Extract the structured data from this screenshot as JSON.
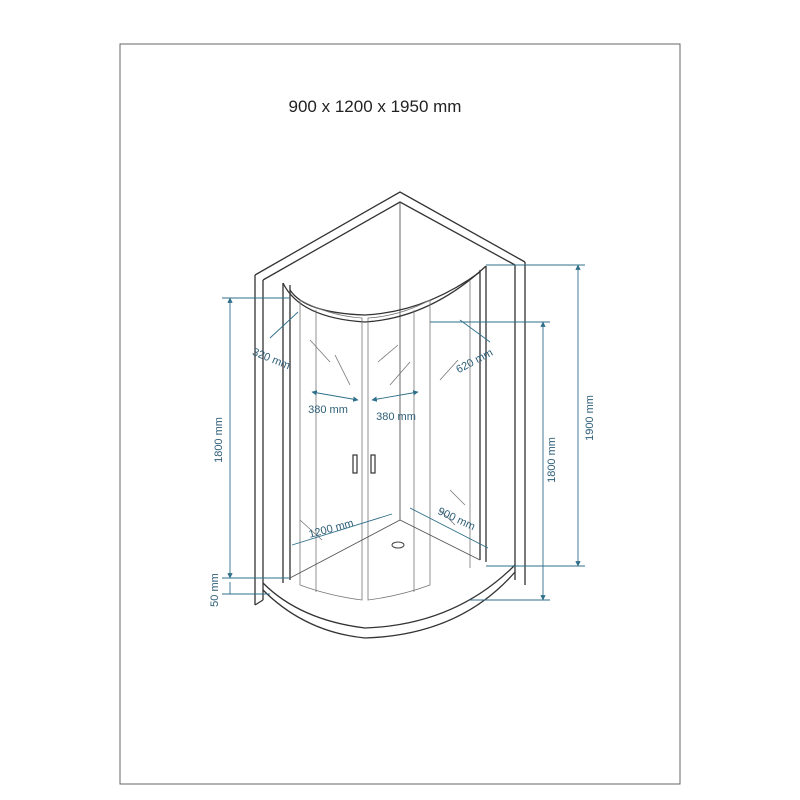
{
  "title": "900 x 1200 x 1950 mm",
  "colors": {
    "outline": "#333333",
    "dimension": "#2f6f8a",
    "dimension_text": "#2f5f78",
    "background": "#ffffff"
  },
  "dimensions": {
    "left_height": "1800 mm",
    "tray_height": "50 mm",
    "right_height": "1800 mm",
    "total_height": "1900 mm",
    "left_entry": "320 mm",
    "right_entry": "620 mm",
    "left_door": "380 mm",
    "right_door": "380 mm",
    "tray_length": "1200 mm",
    "tray_width": "900 mm"
  }
}
